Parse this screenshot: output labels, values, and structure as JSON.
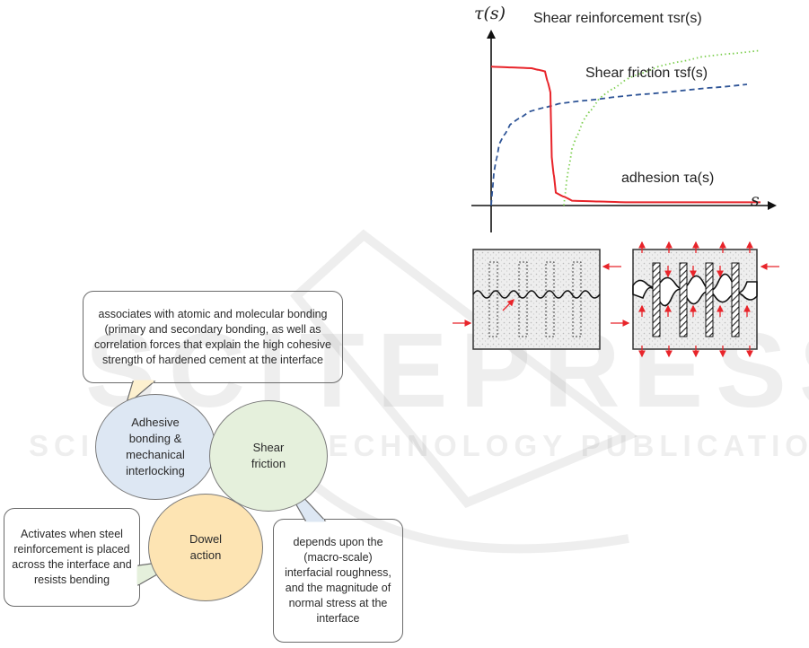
{
  "watermark": {
    "main": "SCITEPRESS",
    "sub": "SCIENCE AND TECHNOLOGY PUBLICATIONS"
  },
  "callouts": {
    "adhesion_note": "associates with atomic and molecular bonding (primary and secondary bonding, as well as correlation forces that explain the high cohesive strength of hardened cement at the interface",
    "dowel_note": "Activates when steel reinforcement is placed across the interface and resists bending",
    "friction_note": "depends upon the (macro-scale) interfacial roughness, and the magnitude of normal stress at the interface"
  },
  "circles": {
    "adhesive": "Adhesive bonding & mechanical interlocking",
    "shear_friction": "Shear friction",
    "dowel": "Dowel action"
  },
  "colors": {
    "callout_yellow": "#fdf0cf",
    "callout_green": "#e5f0dc",
    "callout_blue": "#dde7f3",
    "circle_blue": "#dde7f3",
    "circle_green": "#e5f0dc",
    "circle_yellow": "#fde4b3",
    "adhesion_curve": "#e8242a",
    "friction_curve": "#2f5597",
    "reinforcement_curve": "#7fcf52",
    "arrow_red": "#e8242a"
  },
  "chart_data": {
    "type": "line",
    "title": "",
    "ylabel": "τ(s)",
    "xlabel": "s",
    "series": [
      {
        "name": "Shear reinforcement τsr(s)",
        "style": "dotted",
        "color": "#7fcf52",
        "points": [
          [
            0.27,
            0.0
          ],
          [
            0.28,
            0.15
          ],
          [
            0.3,
            0.35
          ],
          [
            0.34,
            0.52
          ],
          [
            0.4,
            0.66
          ],
          [
            0.5,
            0.78
          ],
          [
            0.62,
            0.86
          ],
          [
            0.78,
            0.92
          ],
          [
            1.0,
            0.96
          ]
        ]
      },
      {
        "name": "Shear friction τsf(s)",
        "style": "dashed",
        "color": "#2f5597",
        "points": [
          [
            0.0,
            0.0
          ],
          [
            0.01,
            0.2
          ],
          [
            0.03,
            0.38
          ],
          [
            0.07,
            0.5
          ],
          [
            0.14,
            0.58
          ],
          [
            0.25,
            0.63
          ],
          [
            0.45,
            0.67
          ],
          [
            0.7,
            0.71
          ],
          [
            0.95,
            0.75
          ]
        ]
      },
      {
        "name": "adhesion τa(s)",
        "style": "solid",
        "color": "#e8242a",
        "points": [
          [
            0.0,
            0.86
          ],
          [
            0.15,
            0.85
          ],
          [
            0.2,
            0.83
          ],
          [
            0.22,
            0.7
          ],
          [
            0.225,
            0.3
          ],
          [
            0.24,
            0.08
          ],
          [
            0.3,
            0.03
          ],
          [
            0.5,
            0.02
          ],
          [
            1.0,
            0.02
          ]
        ]
      }
    ],
    "legend": "inline labels",
    "grid": false,
    "axis_ticks": "none"
  }
}
